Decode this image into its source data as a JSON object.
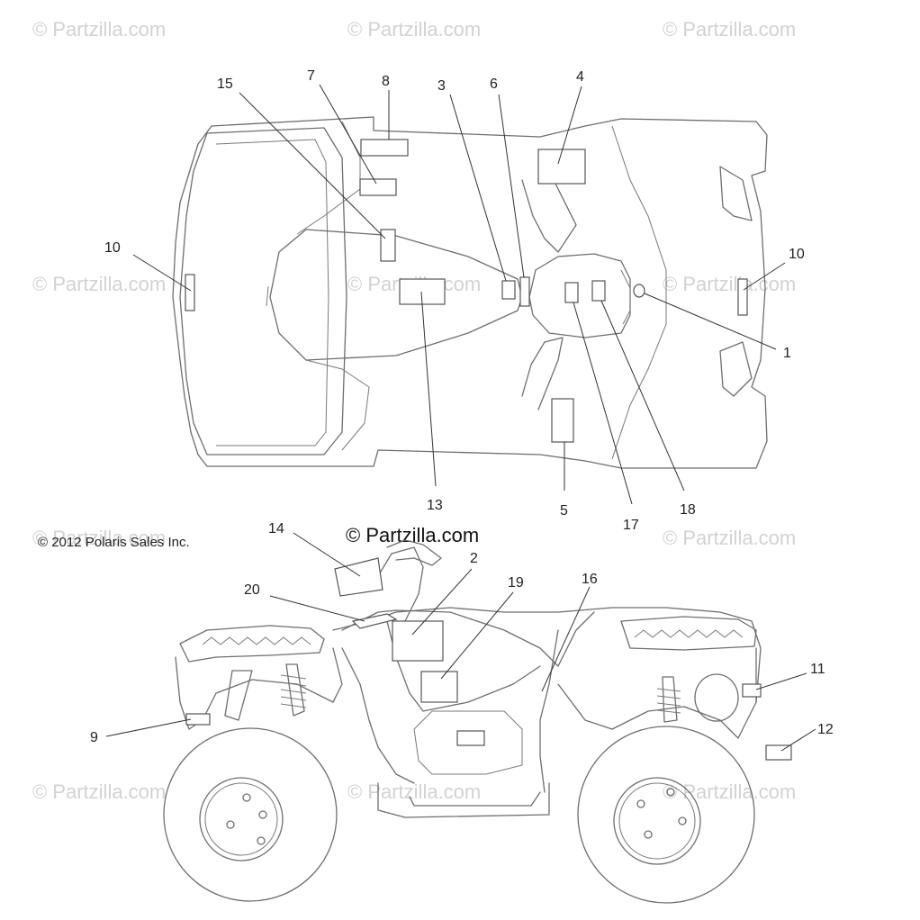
{
  "watermark_text": "© Partzilla.com",
  "copyright": "© 2012 Polaris Sales Inc.",
  "brand_label": "© Partzilla.com",
  "callouts": {
    "c1": "1",
    "c2": "2",
    "c3": "3",
    "c4": "4",
    "c5": "5",
    "c6": "6",
    "c7": "7",
    "c8": "8",
    "c9": "9",
    "c10_left": "10",
    "c10_right": "10",
    "c11": "11",
    "c12": "12",
    "c13": "13",
    "c14": "14",
    "c15": "15",
    "c16": "16",
    "c17": "17",
    "c18": "18",
    "c19": "19",
    "c20": "20"
  },
  "colors": {
    "outline": "#6e6e6e",
    "leader": "#333333",
    "watermark": "#d2d2d2"
  }
}
